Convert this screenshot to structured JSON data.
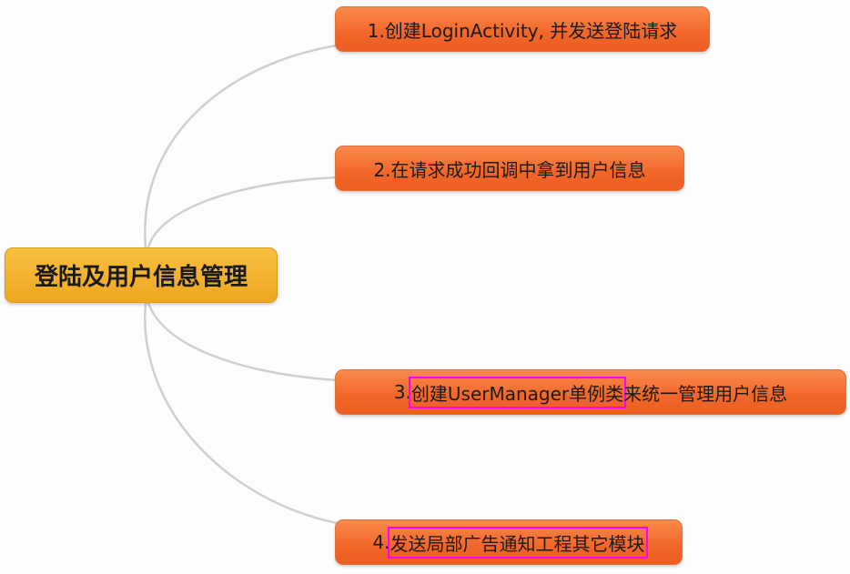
{
  "root": {
    "label": "登陆及用户信息管理"
  },
  "children": [
    {
      "label": "1.创建LoginActivity, 并发送登陆请求"
    },
    {
      "label": "2.在请求成功回调中拿到用户信息"
    },
    {
      "prefix": "3.",
      "highlight": "创建UserManager单例类",
      "suffix": "来统一管理用户信息"
    },
    {
      "prefix": "4.",
      "highlight": "发送局部广告通知工程其它模块",
      "suffix": ""
    }
  ],
  "colors": {
    "root": "#f0b030",
    "child": "#f26a2c",
    "link": "#cfcfcf",
    "highlight": "#ff00ff"
  }
}
